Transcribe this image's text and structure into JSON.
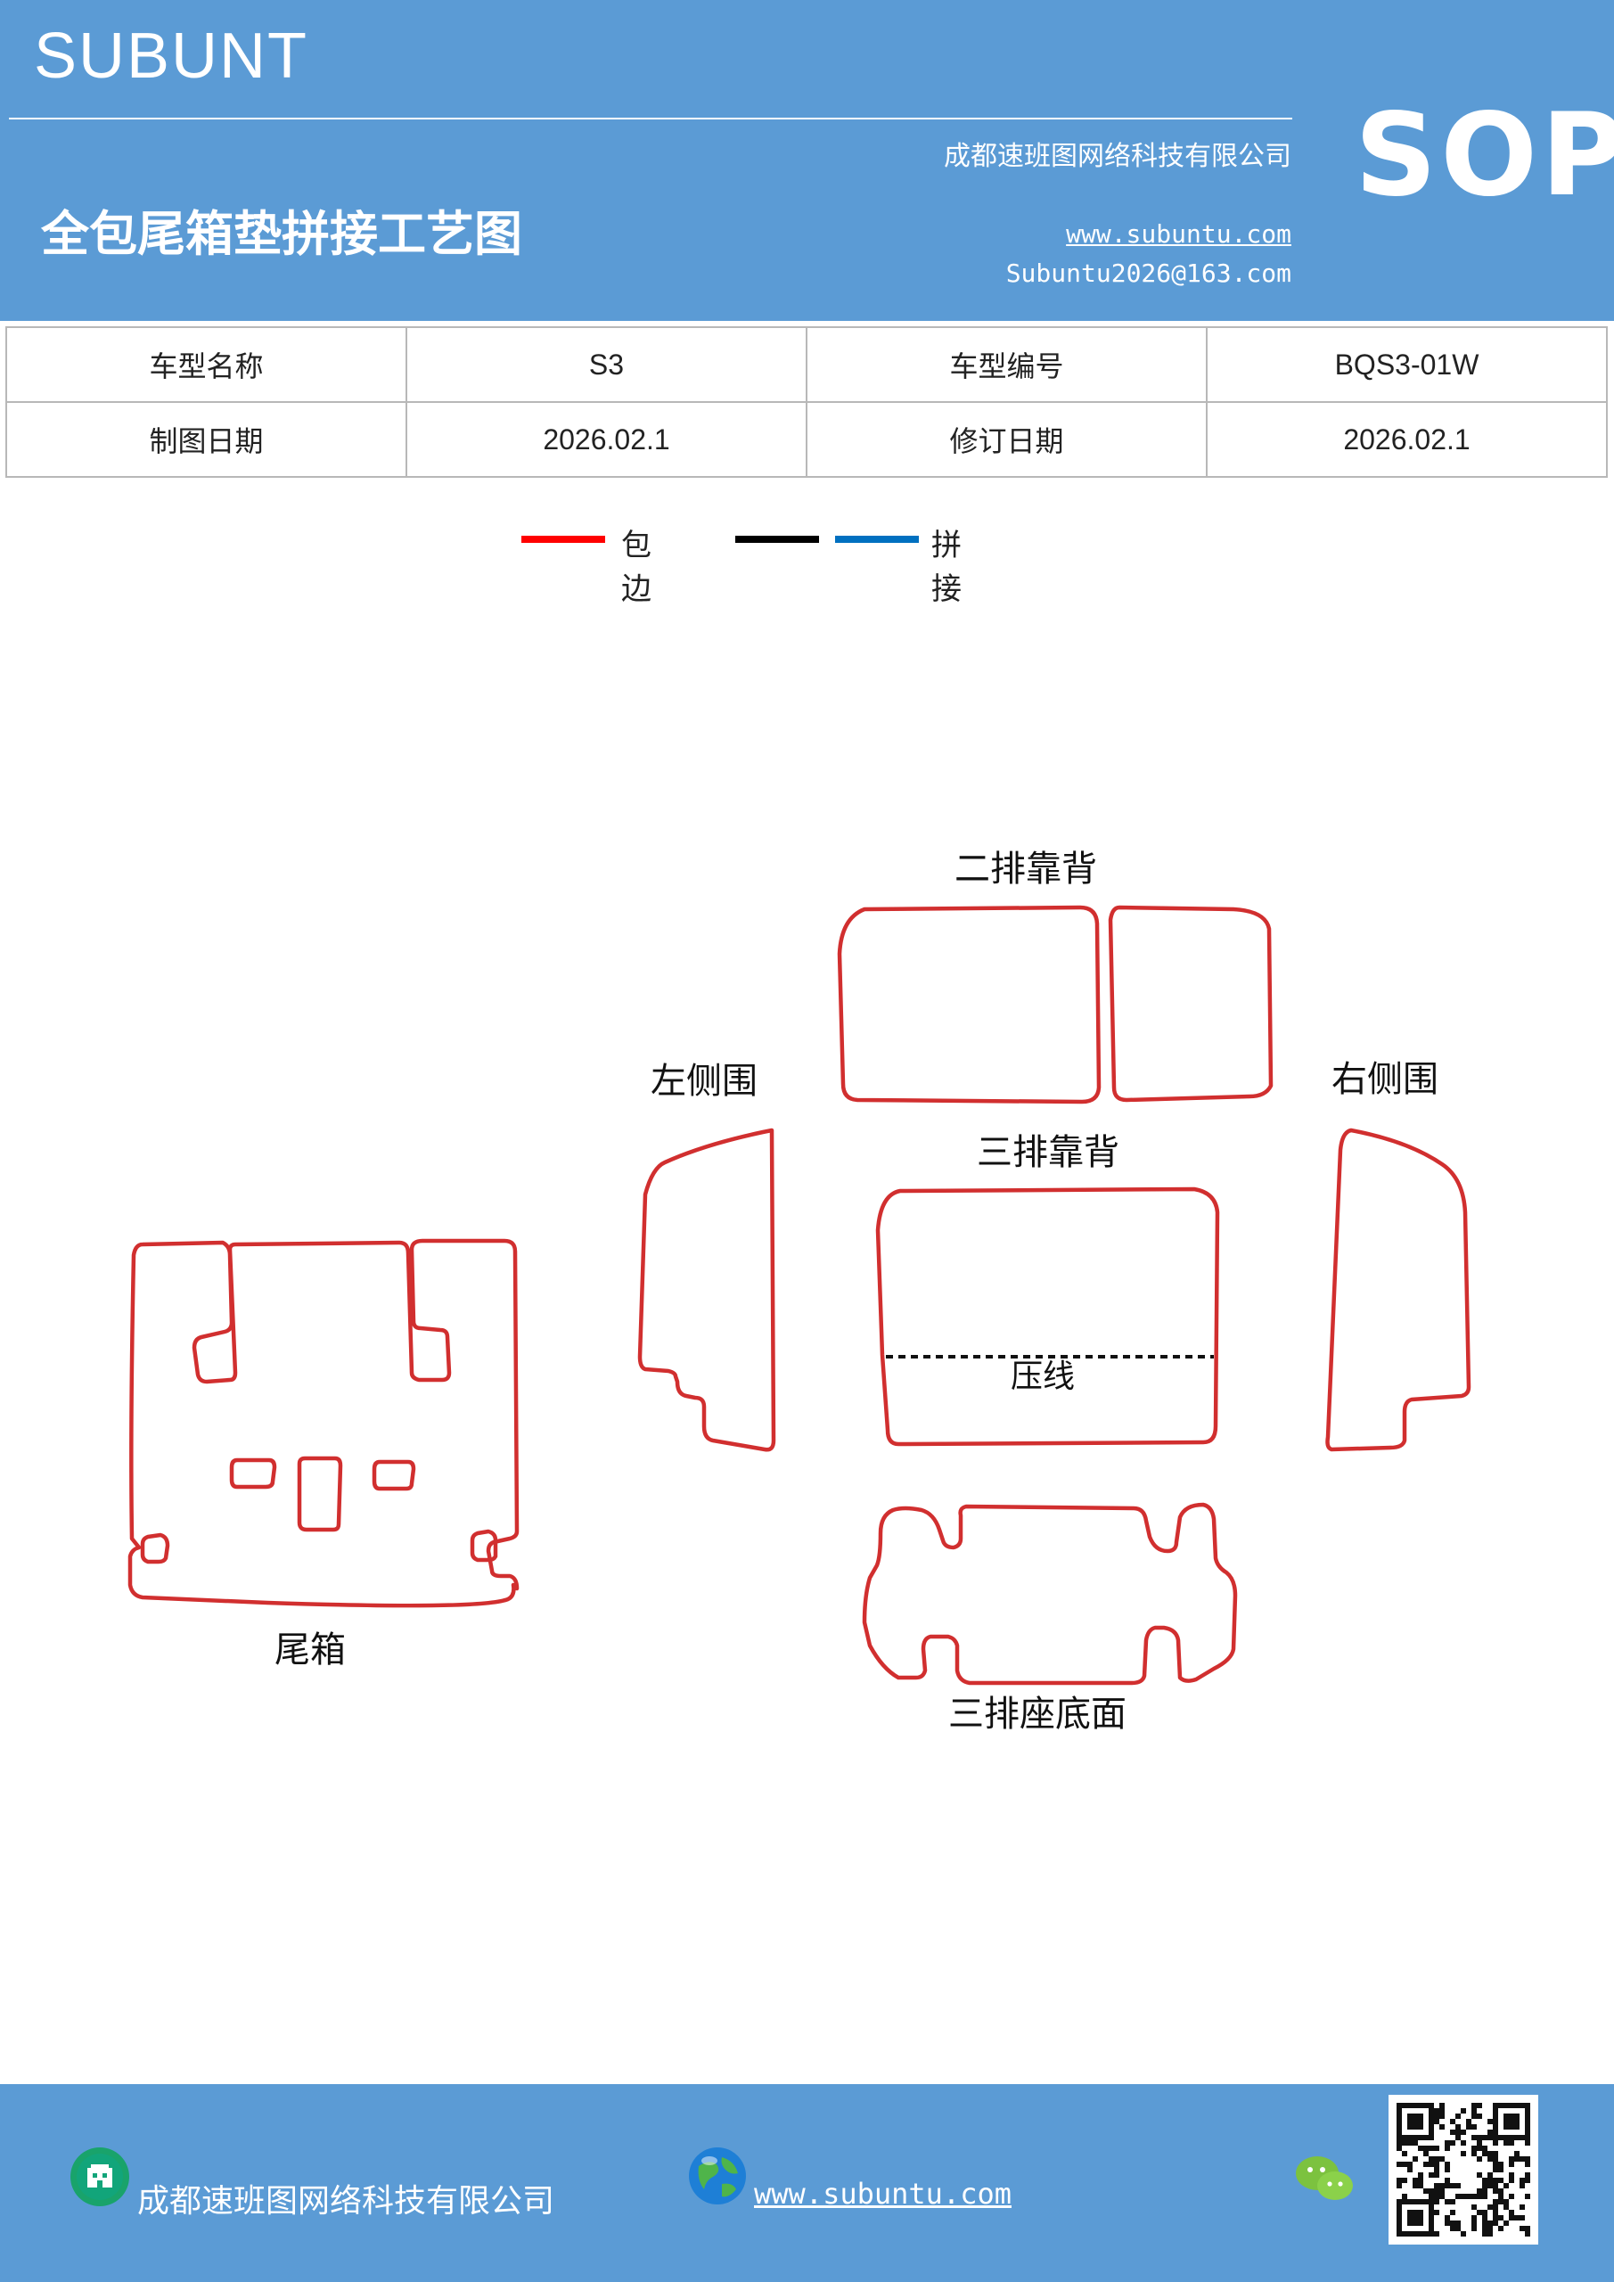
{
  "header": {
    "brand": "SUBUNT",
    "badge": "SOP",
    "company": "成都速班图网络科技有限公司",
    "title": "全包尾箱垫拼接工艺图",
    "website": "www.subuntu.com",
    "email": "Subuntu2026@163.com",
    "background_color": "#5b9bd5"
  },
  "info_table": {
    "rows": [
      {
        "label1": "车型名称",
        "value1": "S3",
        "label2": "车型编号",
        "value2": "BQS3-01W"
      },
      {
        "label1": "制图日期",
        "value1": "2026.02.1",
        "label2": "修订日期",
        "value2": "2026.02.1"
      }
    ]
  },
  "legend": {
    "items": [
      {
        "label": "包边",
        "color": "#ff0000"
      },
      {
        "label": "",
        "color": "#000000"
      },
      {
        "label": "拼接",
        "color": "#0070c0"
      }
    ]
  },
  "drawing": {
    "outline_color": "#d12f2f",
    "parts": {
      "second_row_back": "二排靠背",
      "left_side": "左侧围",
      "right_side": "右侧围",
      "third_row_back": "三排靠背",
      "press_line": "压线",
      "trunk": "尾箱",
      "third_row_seat_bottom": "三排座底面"
    }
  },
  "footer": {
    "company": "成都速班图网络科技有限公司",
    "website": "www.subuntu.com",
    "company_icon": "building-icon",
    "web_icon": "globe-icon",
    "chat_icon": "wechat-icon"
  }
}
